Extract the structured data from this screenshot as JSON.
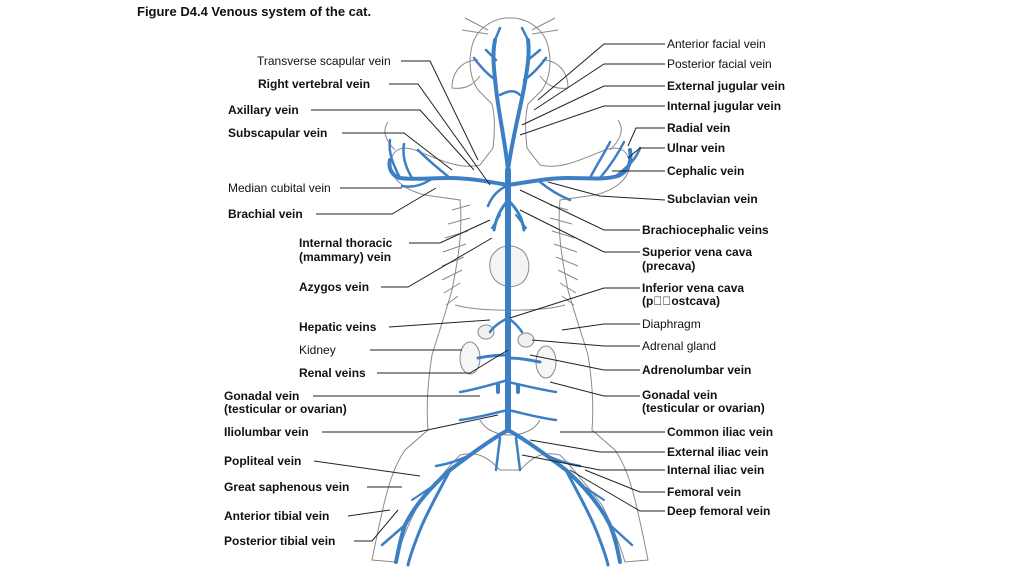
{
  "figure": {
    "title": "Figure D4.4  Venous system of the cat."
  },
  "labels": {
    "transverse_scapular": "Transverse scapular vein",
    "right_vertebral": "Right vertebral vein",
    "axillary": "Axillary vein",
    "subscapular": "Subscapular vein",
    "median_cubital": "Median cubital vein",
    "brachial": "Brachial vein",
    "internal_thoracic_1": "Internal thoracic",
    "internal_thoracic_2": "(mammary) vein",
    "azygos": "Azygos vein",
    "hepatic": "Hepatic veins",
    "kidney": "Kidney",
    "renal": "Renal veins",
    "gonadal_left_1": "Gonadal vein",
    "gonadal_left_2": "(testicular or ovarian)",
    "iliolumbar": "Iliolumbar vein",
    "popliteal": "Popliteal vein",
    "great_saphenous": "Great saphenous vein",
    "anterior_tibial": "Anterior tibial vein",
    "posterior_tibial": "Posterior tibial vein",
    "anterior_facial": "Anterior facial vein",
    "posterior_facial": "Posterior facial vein",
    "external_jugular": "External jugular vein",
    "internal_jugular": "Internal jugular vein",
    "radial": "Radial vein",
    "ulnar": "Ulnar vein",
    "cephalic": "Cephalic vein",
    "subclavian": "Subclavian vein",
    "brachiocephalic": "Brachiocephalic veins",
    "superior_vena_cava_1": "Superior vena cava",
    "superior_vena_cava_2": "(precava)",
    "inferior_vena_cava_1": "Inferior vena cava",
    "inferior_vena_cava_2": "(p\u0000\u0000ostcava)",
    "diaphragm": "Diaphragm",
    "adrenal_gland": "Adrenal gland",
    "adrenolumbar": "Adrenolumbar vein",
    "gonadal_right_1": "Gonadal vein",
    "gonadal_right_2": "(testicular or ovarian)",
    "common_iliac": "Common iliac vein",
    "external_iliac": "External iliac vein",
    "internal_iliac": "Internal iliac vein",
    "femoral": "Femoral vein",
    "deep_femoral": "Deep femoral vein"
  },
  "colors": {
    "vein": "#3d7fc4",
    "outline": "#8a8a8a",
    "leader": "#222222"
  }
}
